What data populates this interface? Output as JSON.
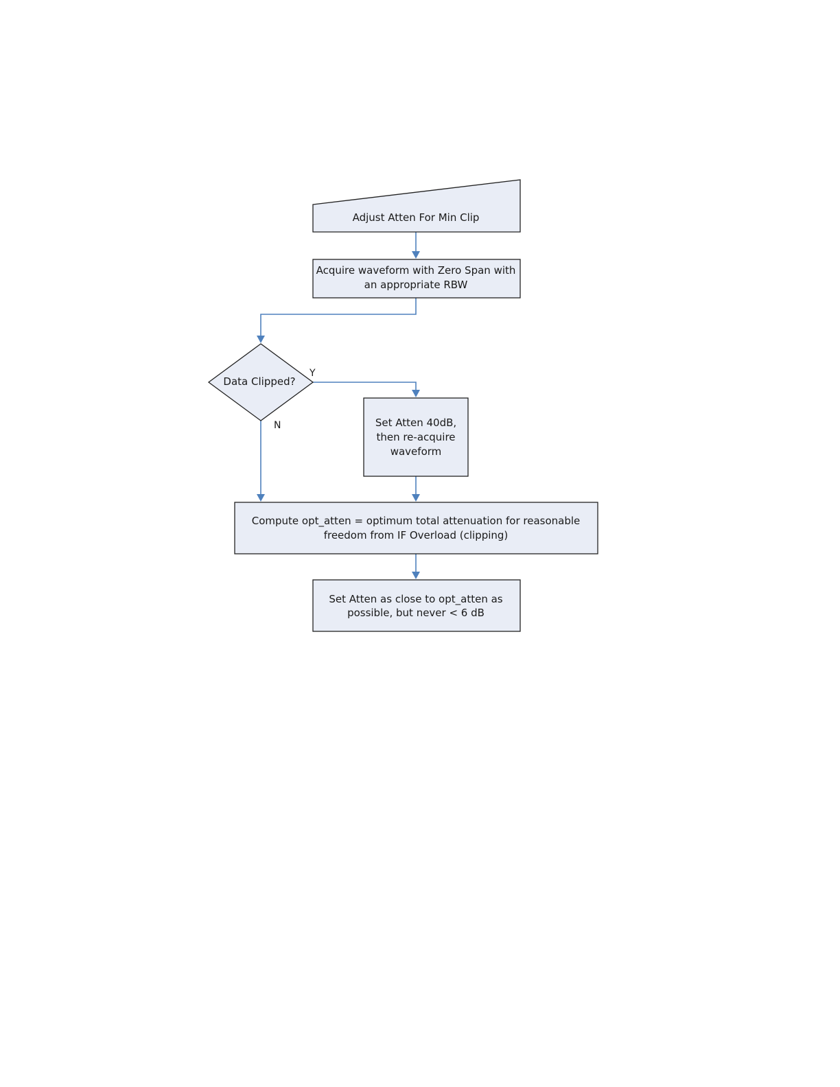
{
  "diagram": {
    "nodes": {
      "adjust": {
        "lines": [
          "Adjust Atten For Min Clip"
        ]
      },
      "acquire": {
        "lines": [
          "Acquire waveform with Zero Span with",
          "an appropriate RBW"
        ]
      },
      "decision": {
        "lines": [
          "Data Clipped?"
        ]
      },
      "set40": {
        "lines": [
          "Set Atten 40dB,",
          "then re-acquire",
          "waveform"
        ]
      },
      "compute": {
        "lines": [
          "Compute opt_atten = optimum total attenuation for reasonable",
          "freedom from IF Overload (clipping)"
        ]
      },
      "setfinal": {
        "lines": [
          "Set Atten as close to opt_atten as",
          "possible, but never < 6 dB"
        ]
      }
    },
    "branches": {
      "yes": "Y",
      "no": "N"
    },
    "colors": {
      "node_fill": "#e9edf6",
      "node_stroke": "#222222",
      "connector": "#4f81bd",
      "text": "#1a1a1a"
    }
  }
}
